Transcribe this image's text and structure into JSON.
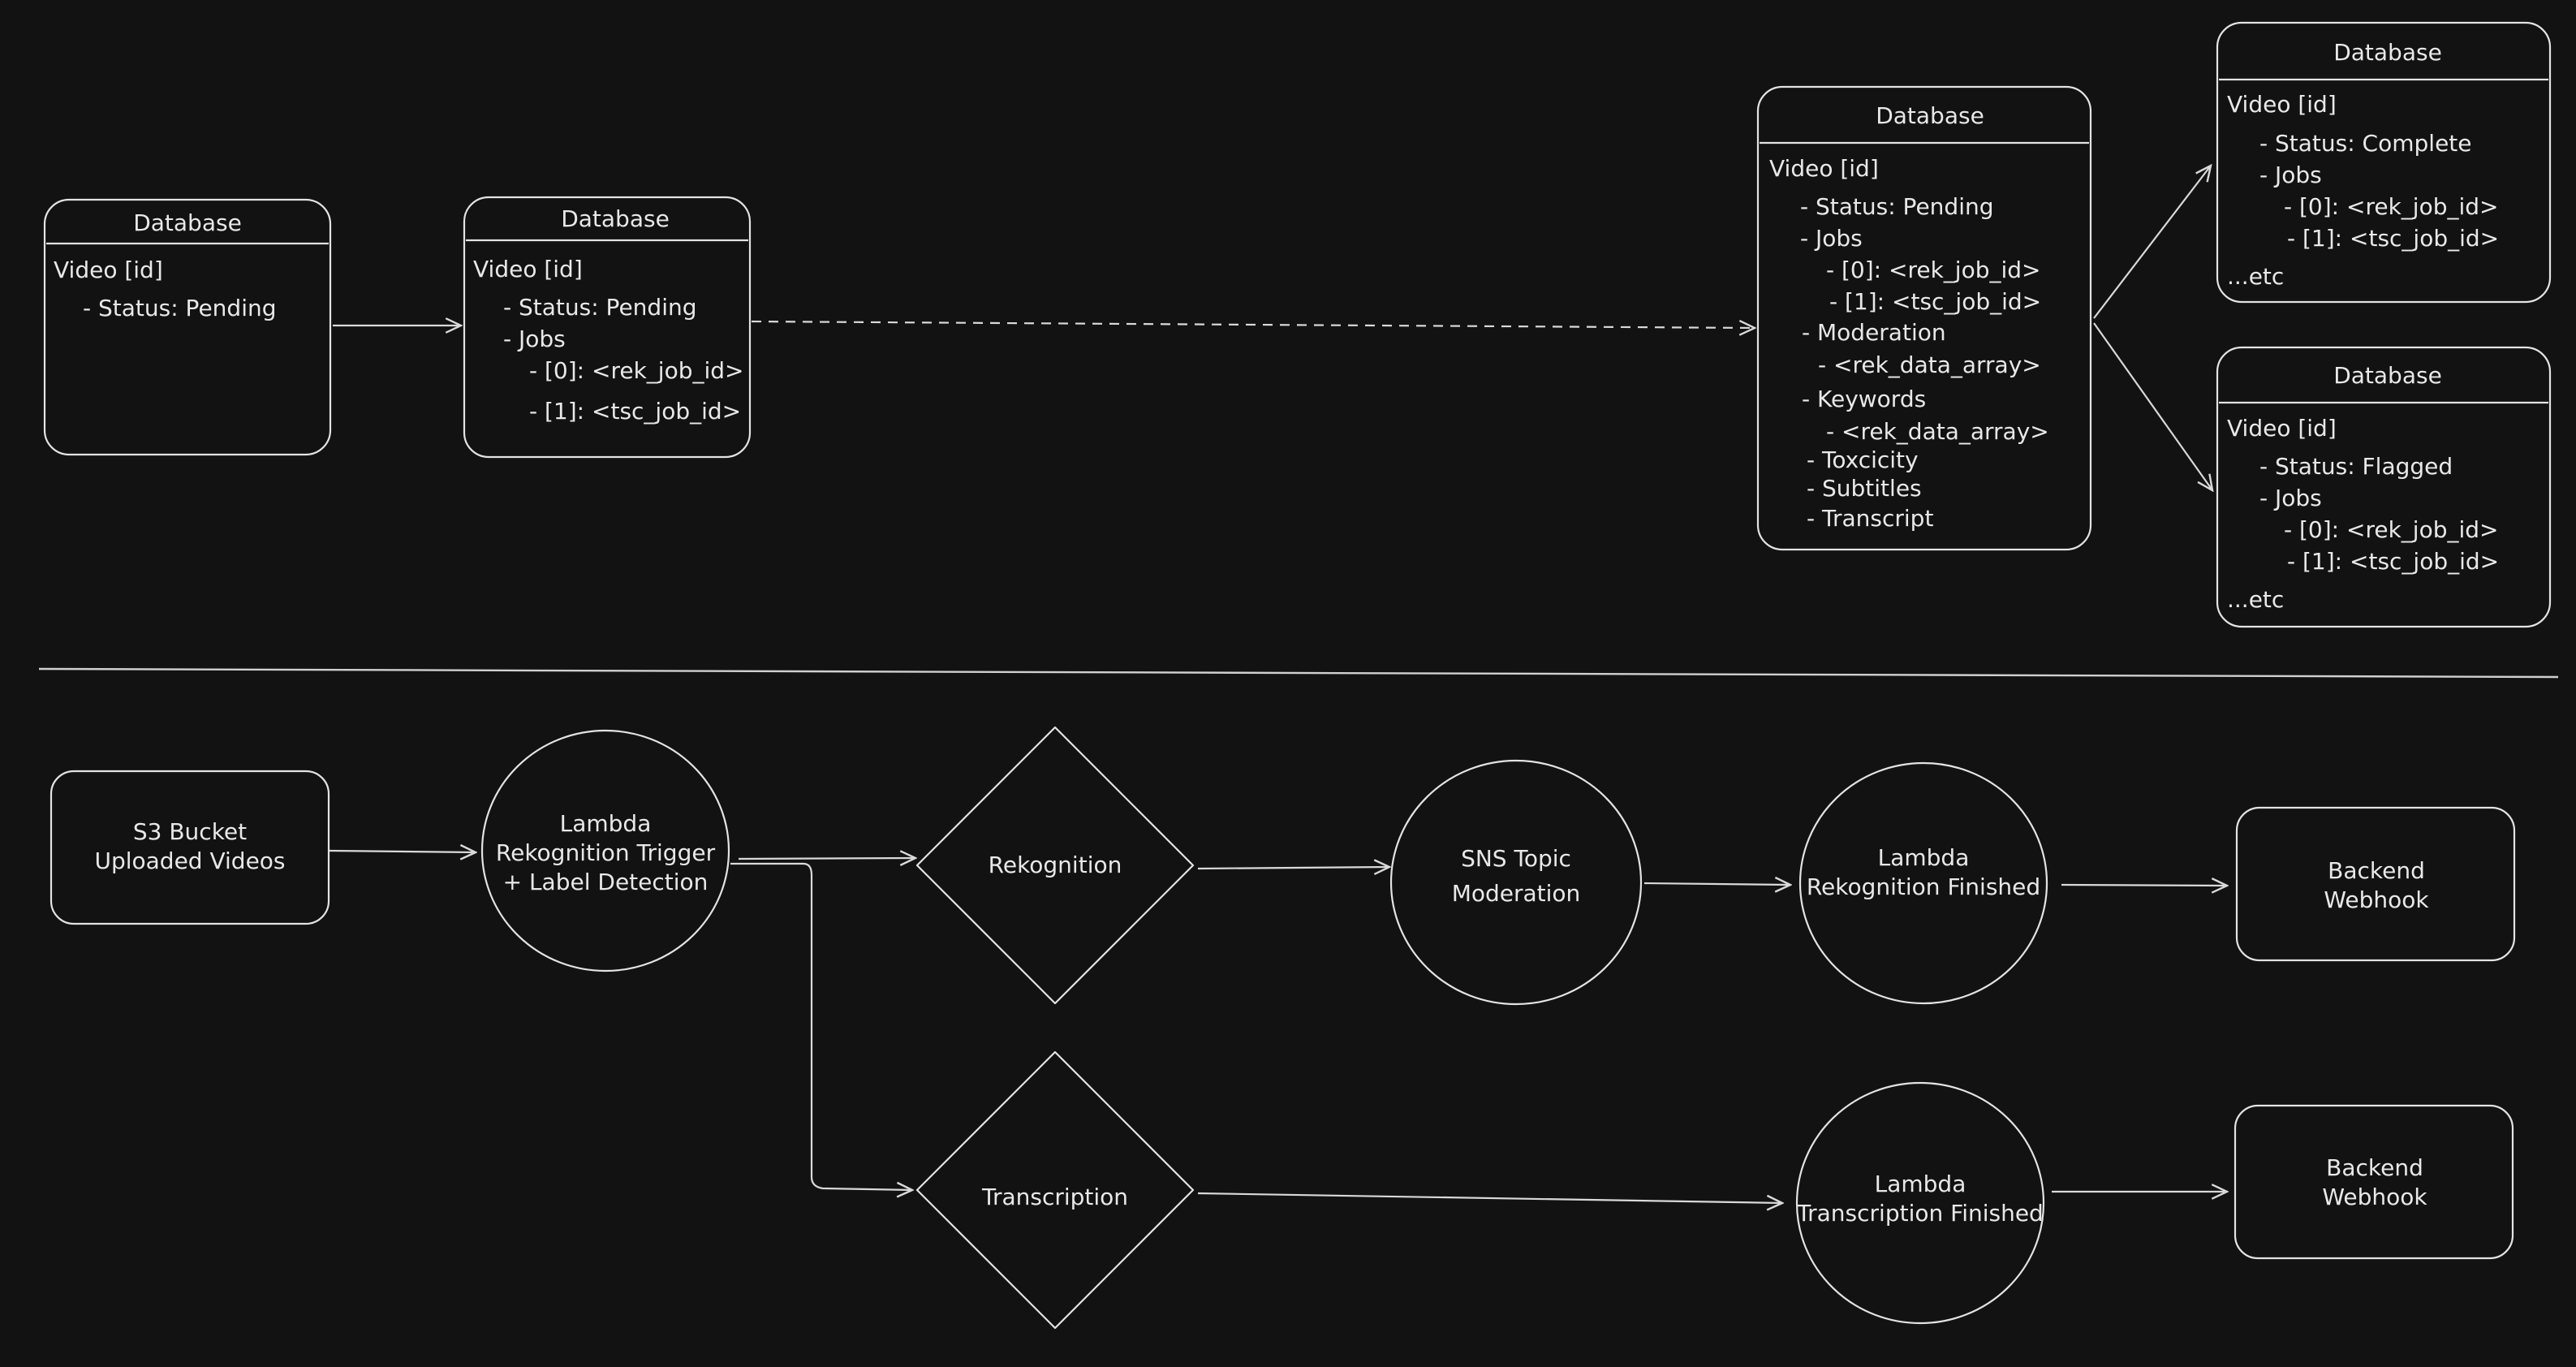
{
  "top_row": {
    "db1": {
      "title": "Database",
      "lines": [
        "Video [id]",
        "- Status: Pending"
      ]
    },
    "db2": {
      "title": "Database",
      "lines": [
        "Video [id]",
        "- Status: Pending",
        "- Jobs",
        "- [0]: <rek_job_id>",
        "- [1]: <tsc_job_id>"
      ]
    },
    "db3": {
      "title": "Database",
      "lines": [
        "Video [id]",
        "- Status: Pending",
        "- Jobs",
        "- [0]: <rek_job_id>",
        "- [1]: <tsc_job_id>",
        "- Moderation",
        "- <rek_data_array>",
        "- Keywords",
        "- <rek_data_array>",
        "- Toxcicity",
        "- Subtitles",
        "- Transcript"
      ]
    },
    "db_complete": {
      "title": "Database",
      "lines": [
        "Video [id]",
        "- Status: Complete",
        "- Jobs",
        "- [0]: <rek_job_id>",
        "- [1]: <tsc_job_id>",
        "...etc"
      ]
    },
    "db_flagged": {
      "title": "Database",
      "lines": [
        "Video [id]",
        "- Status: Flagged",
        "- Jobs",
        "- [0]: <rek_job_id>",
        "- [1]: <tsc_job_id>",
        "...etc"
      ]
    }
  },
  "flow": {
    "s3": {
      "lines": [
        "S3 Bucket",
        "Uploaded Videos"
      ]
    },
    "lambda_trigger": {
      "lines": [
        "Lambda",
        "Rekognition Trigger",
        "+ Label Detection"
      ]
    },
    "rekognition": {
      "lines": [
        "Rekognition"
      ]
    },
    "sns": {
      "lines": [
        "SNS Topic",
        "Moderation"
      ]
    },
    "lambda_rek_finished": {
      "lines": [
        "Lambda",
        "Rekognition Finished"
      ]
    },
    "webhook_top": {
      "lines": [
        "Backend",
        "Webhook"
      ]
    },
    "transcription": {
      "lines": [
        "Transcription"
      ]
    },
    "lambda_tsc_finished": {
      "lines": [
        "Lambda",
        "Transcription Finished"
      ]
    },
    "webhook_bottom": {
      "lines": [
        "Backend",
        "Webhook"
      ]
    }
  }
}
